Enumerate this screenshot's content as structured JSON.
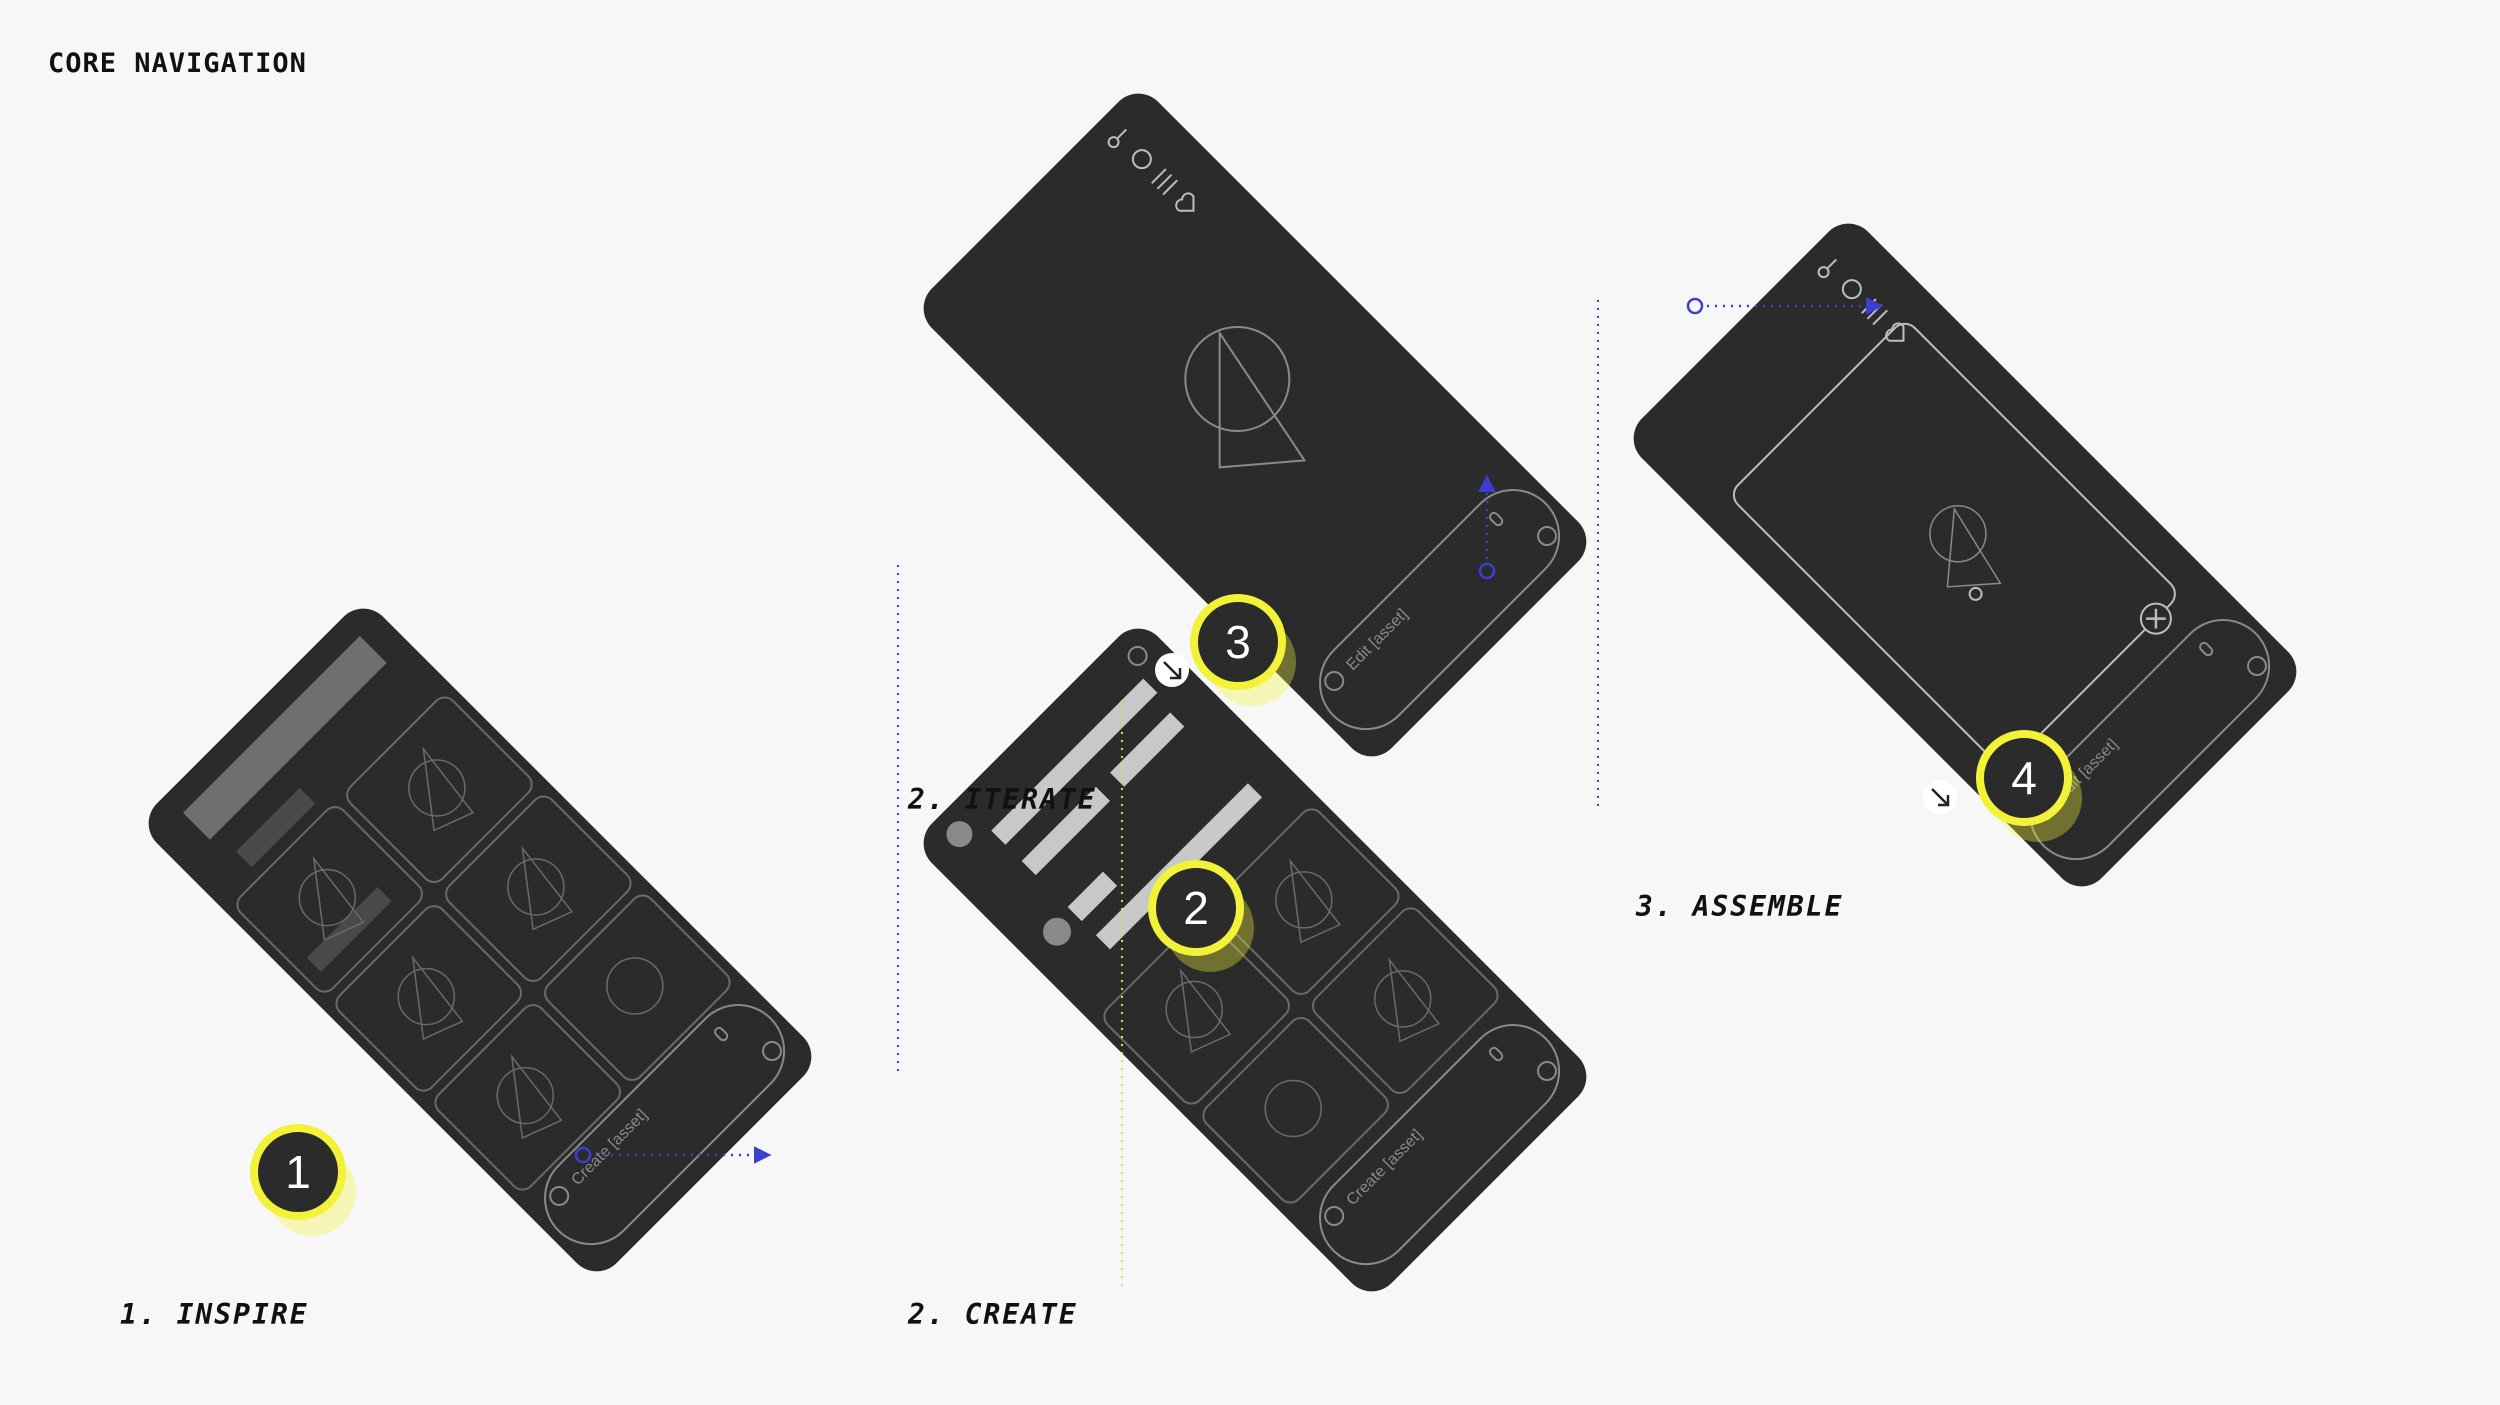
{
  "heading": "CORE NAVIGATION",
  "steps": [
    {
      "label": "1. INSPIRE"
    },
    {
      "label": "2. CREATE"
    },
    {
      "label": "2. ITERATE"
    },
    {
      "label": "3. ASSEMBLE"
    }
  ],
  "screens": {
    "inspire": {
      "prompt": "Create [asset]"
    },
    "create": {
      "prompt": "Create [asset]"
    },
    "iterate": {
      "prompt": "Edit [asset]"
    },
    "assemble": {
      "prompt": "Edit [asset]"
    }
  },
  "markers": [
    "1",
    "2",
    "3",
    "4"
  ],
  "colors": {
    "background": "#f7f7f7",
    "phone": "#2b2b2c",
    "wireframe": "#8a8a8a",
    "highlight": "#f2f23a",
    "arrow": "#3a3fd0"
  },
  "icons": [
    "close-circle-icon",
    "mic-icon",
    "history-icon",
    "arrow-down-right-icon",
    "key-icon",
    "palette-icon",
    "sliders-icon",
    "heart-icon",
    "refresh-icon",
    "close-icon"
  ]
}
